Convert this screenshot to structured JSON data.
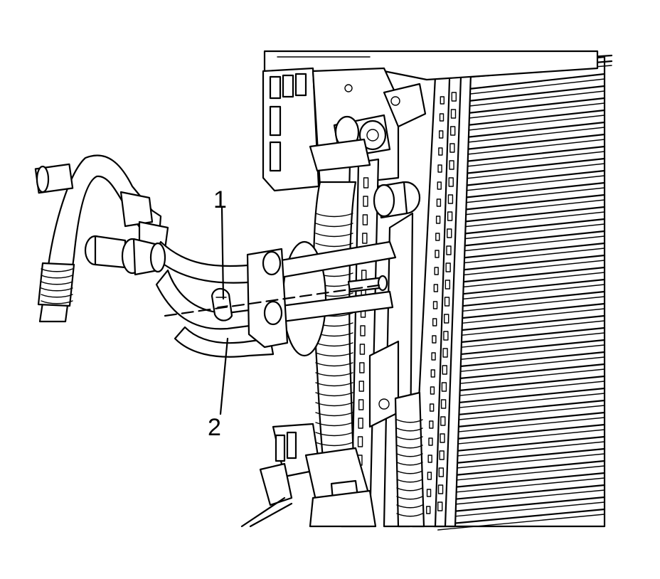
{
  "callouts": [
    {
      "id": "1",
      "label": "1"
    },
    {
      "id": "2",
      "label": "2"
    }
  ],
  "colors": {
    "line": "#000000",
    "background": "#ffffff"
  },
  "parts": [
    "radiator-core",
    "radiator-tank",
    "condenser-bracket",
    "ac-refrigerant-lines",
    "pressure-switch",
    "line-clamp",
    "bolt",
    "retainer-clip"
  ]
}
